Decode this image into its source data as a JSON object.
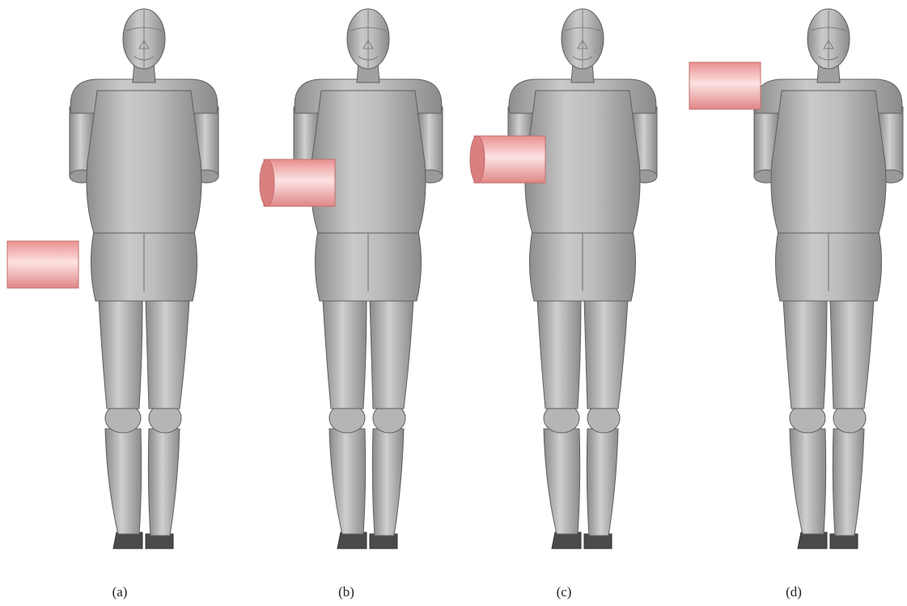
{
  "figure": {
    "panels": [
      {
        "label": "(a)",
        "impactor_position": "pelvis"
      },
      {
        "label": "(b)",
        "impactor_position": "abdomen"
      },
      {
        "label": "(c)",
        "impactor_position": "chest"
      },
      {
        "label": "(d)",
        "impactor_position": "shoulder"
      }
    ],
    "colors": {
      "background": "#ffffff",
      "dummy_body": "#a8a8a8",
      "dummy_outline": "#5e5e5e",
      "shoes": "#4a4a4a",
      "impactor": "#f2a3a3",
      "impactor_end": "#d97f7f"
    }
  }
}
